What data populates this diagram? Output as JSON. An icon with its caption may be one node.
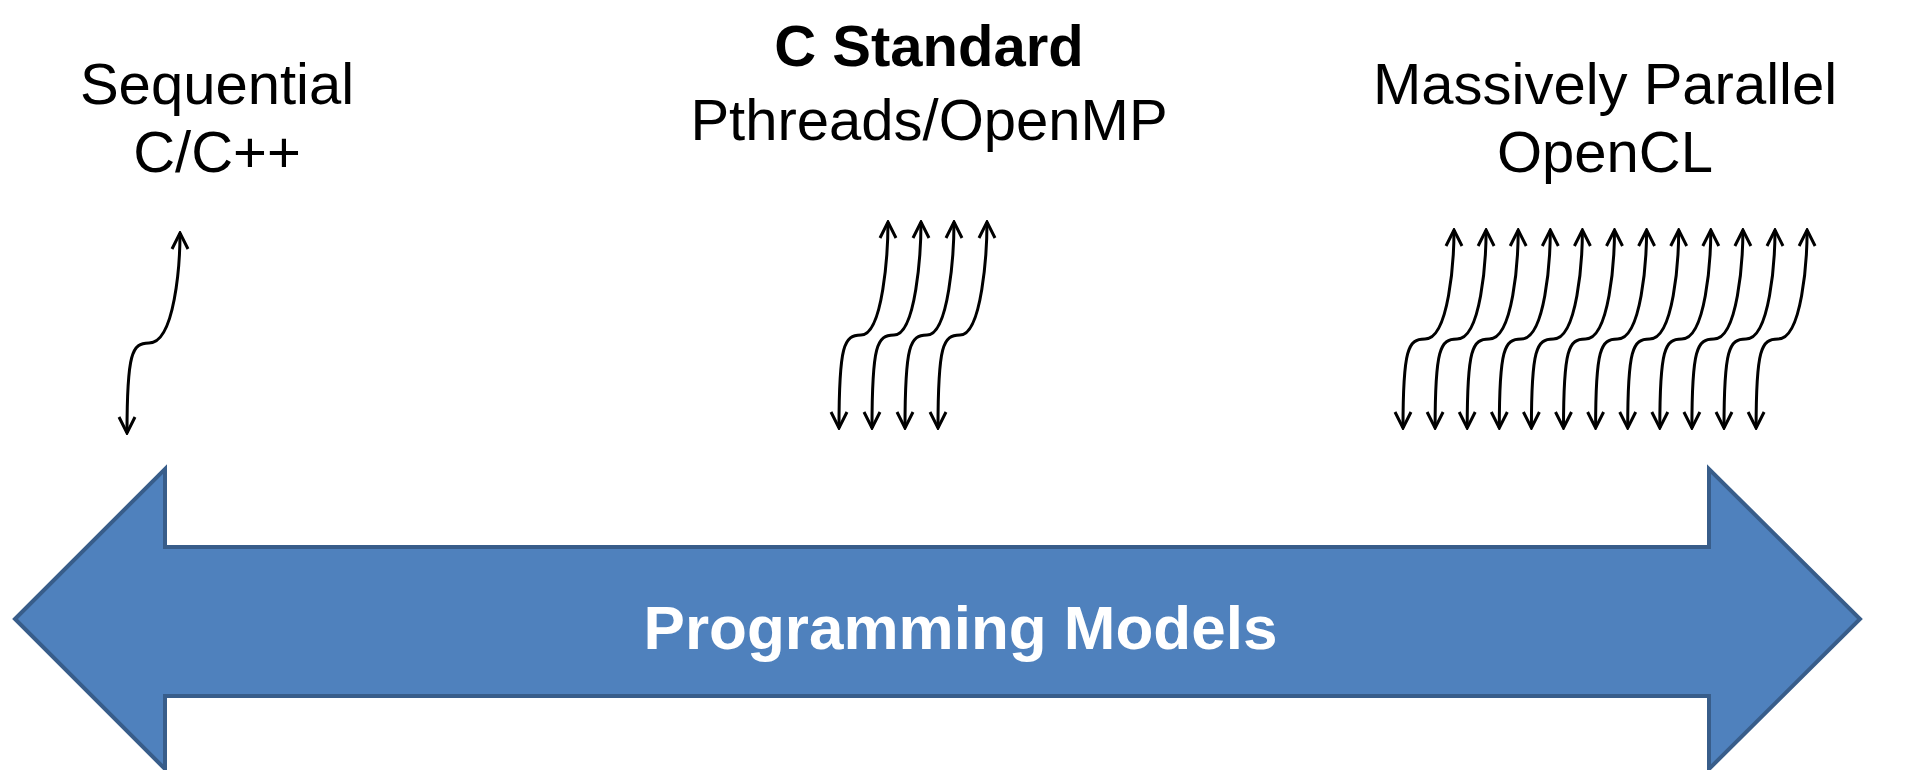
{
  "diagram": {
    "nodes": [
      {
        "text": [
          "Programming Models"
        ]
      }
    ],
    "labels": [
      "Sequential C/C++",
      "C Standard",
      "Pthreads/OpenMP",
      "Massively Parallel OpenCL"
    ]
  }
}
